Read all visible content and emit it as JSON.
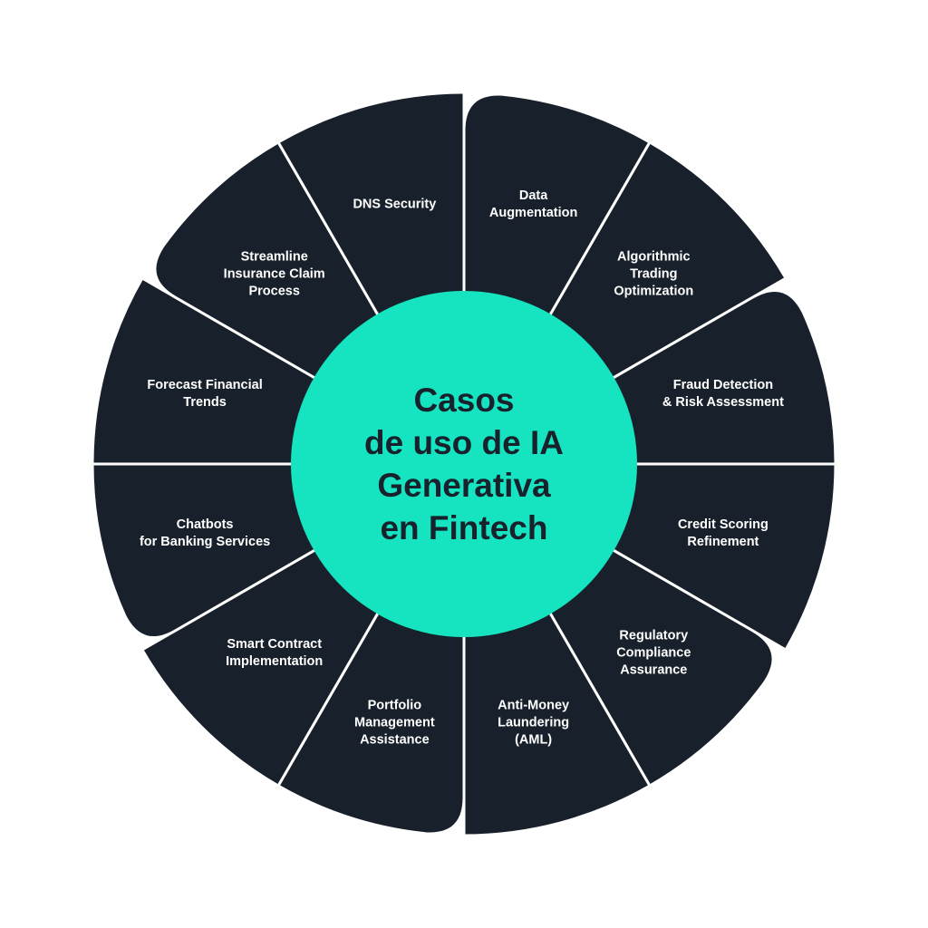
{
  "center": {
    "title": "Casos\nde uso de IA\nGenerativa\nen Fintech"
  },
  "segments": [
    {
      "label": "Data\nAugmentation"
    },
    {
      "label": "Algorithmic\nTrading\nOptimization"
    },
    {
      "label": "Fraud Detection\n& Risk Assessment"
    },
    {
      "label": "Credit Scoring\nRefinement"
    },
    {
      "label": "Regulatory\nCompliance\nAssurance"
    },
    {
      "label": "Anti-Money\nLaundering\n(AML)"
    },
    {
      "label": "Portfolio\nManagement\nAssistance"
    },
    {
      "label": "Smart Contract\nImplementation"
    },
    {
      "label": "Chatbots\nfor Banking Services"
    },
    {
      "label": "Forecast Financial\nTrends"
    },
    {
      "label": "Streamline\nInsurance Claim\nProcess"
    },
    {
      "label": "DNS Security"
    }
  ],
  "colors": {
    "segment": "#18212b",
    "center": "#16e3c0",
    "divider": "#ffffff",
    "text_light": "#ffffff",
    "text_dark": "#17222c"
  }
}
